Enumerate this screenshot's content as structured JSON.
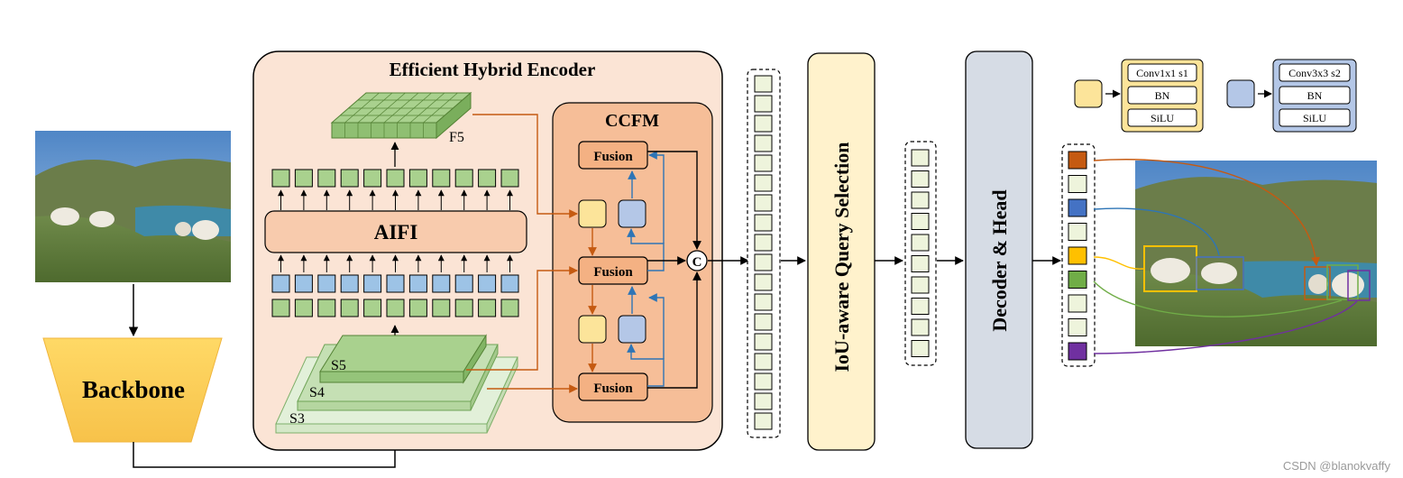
{
  "backbone": {
    "label": "Backbone"
  },
  "encoder": {
    "title": "Efficient Hybrid Encoder",
    "aifi_label": "AIFI",
    "f5_label": "F5",
    "s5_label": "S5",
    "s4_label": "S4",
    "s3_label": "S3"
  },
  "ccfm": {
    "title": "CCFM",
    "fusion_label": "Fusion",
    "concat_label": "C"
  },
  "query_selection": {
    "label": "IoU-aware Query Selection"
  },
  "decoder": {
    "label": "Decoder & Head"
  },
  "legend": {
    "yellow_block": {
      "items": [
        "Conv1x1 s1",
        "BN",
        "SiLU"
      ],
      "color": "#fce49a"
    },
    "blue_block": {
      "items": [
        "Conv3x3 s2",
        "BN",
        "SiLU"
      ],
      "color": "#b4c7e7"
    }
  },
  "query_colors": [
    "#c55a11",
    "#eef4dc",
    "#4472c4",
    "#eef4dc",
    "#ffc000",
    "#70ad47",
    "#eef4dc",
    "#eef4dc",
    "#7030a0"
  ],
  "colors": {
    "encoder_bg": "#fbe4d5",
    "ccfm_bg": "#f4b183",
    "fusion_fill": "#f4b183",
    "token_green": "#a9d18e",
    "token_blue": "#9dc3e6",
    "query_bg": "#fff2cc",
    "decoder_bg": "#d6dce5",
    "arrow_red": "#c55a11",
    "arrow_blue": "#2e75b6"
  },
  "watermark": "CSDN @blanokvaffy"
}
